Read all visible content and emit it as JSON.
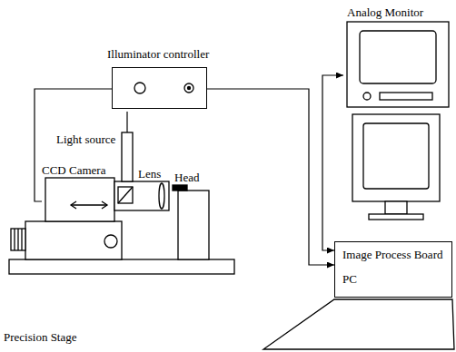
{
  "diagram": {
    "nodes": [
      {
        "text": [
          "Analog Monitor"
        ]
      },
      {
        "text": [
          "Illuminator controller"
        ]
      },
      {
        "text": [
          "Light source"
        ]
      },
      {
        "text": [
          "CCD Camera"
        ]
      },
      {
        "text": [
          "Lens"
        ]
      },
      {
        "text": [
          "Head"
        ]
      },
      {
        "text": [
          "Image Process Board",
          "PC"
        ]
      },
      {
        "text": [
          "Precision Stage"
        ]
      }
    ],
    "edges": [
      {
        "from": 3,
        "to": 6,
        "arrow": "to"
      },
      {
        "from": 6,
        "to": 0,
        "arrow": "both"
      },
      {
        "from": 1,
        "to": 2,
        "arrow": "none"
      }
    ]
  }
}
